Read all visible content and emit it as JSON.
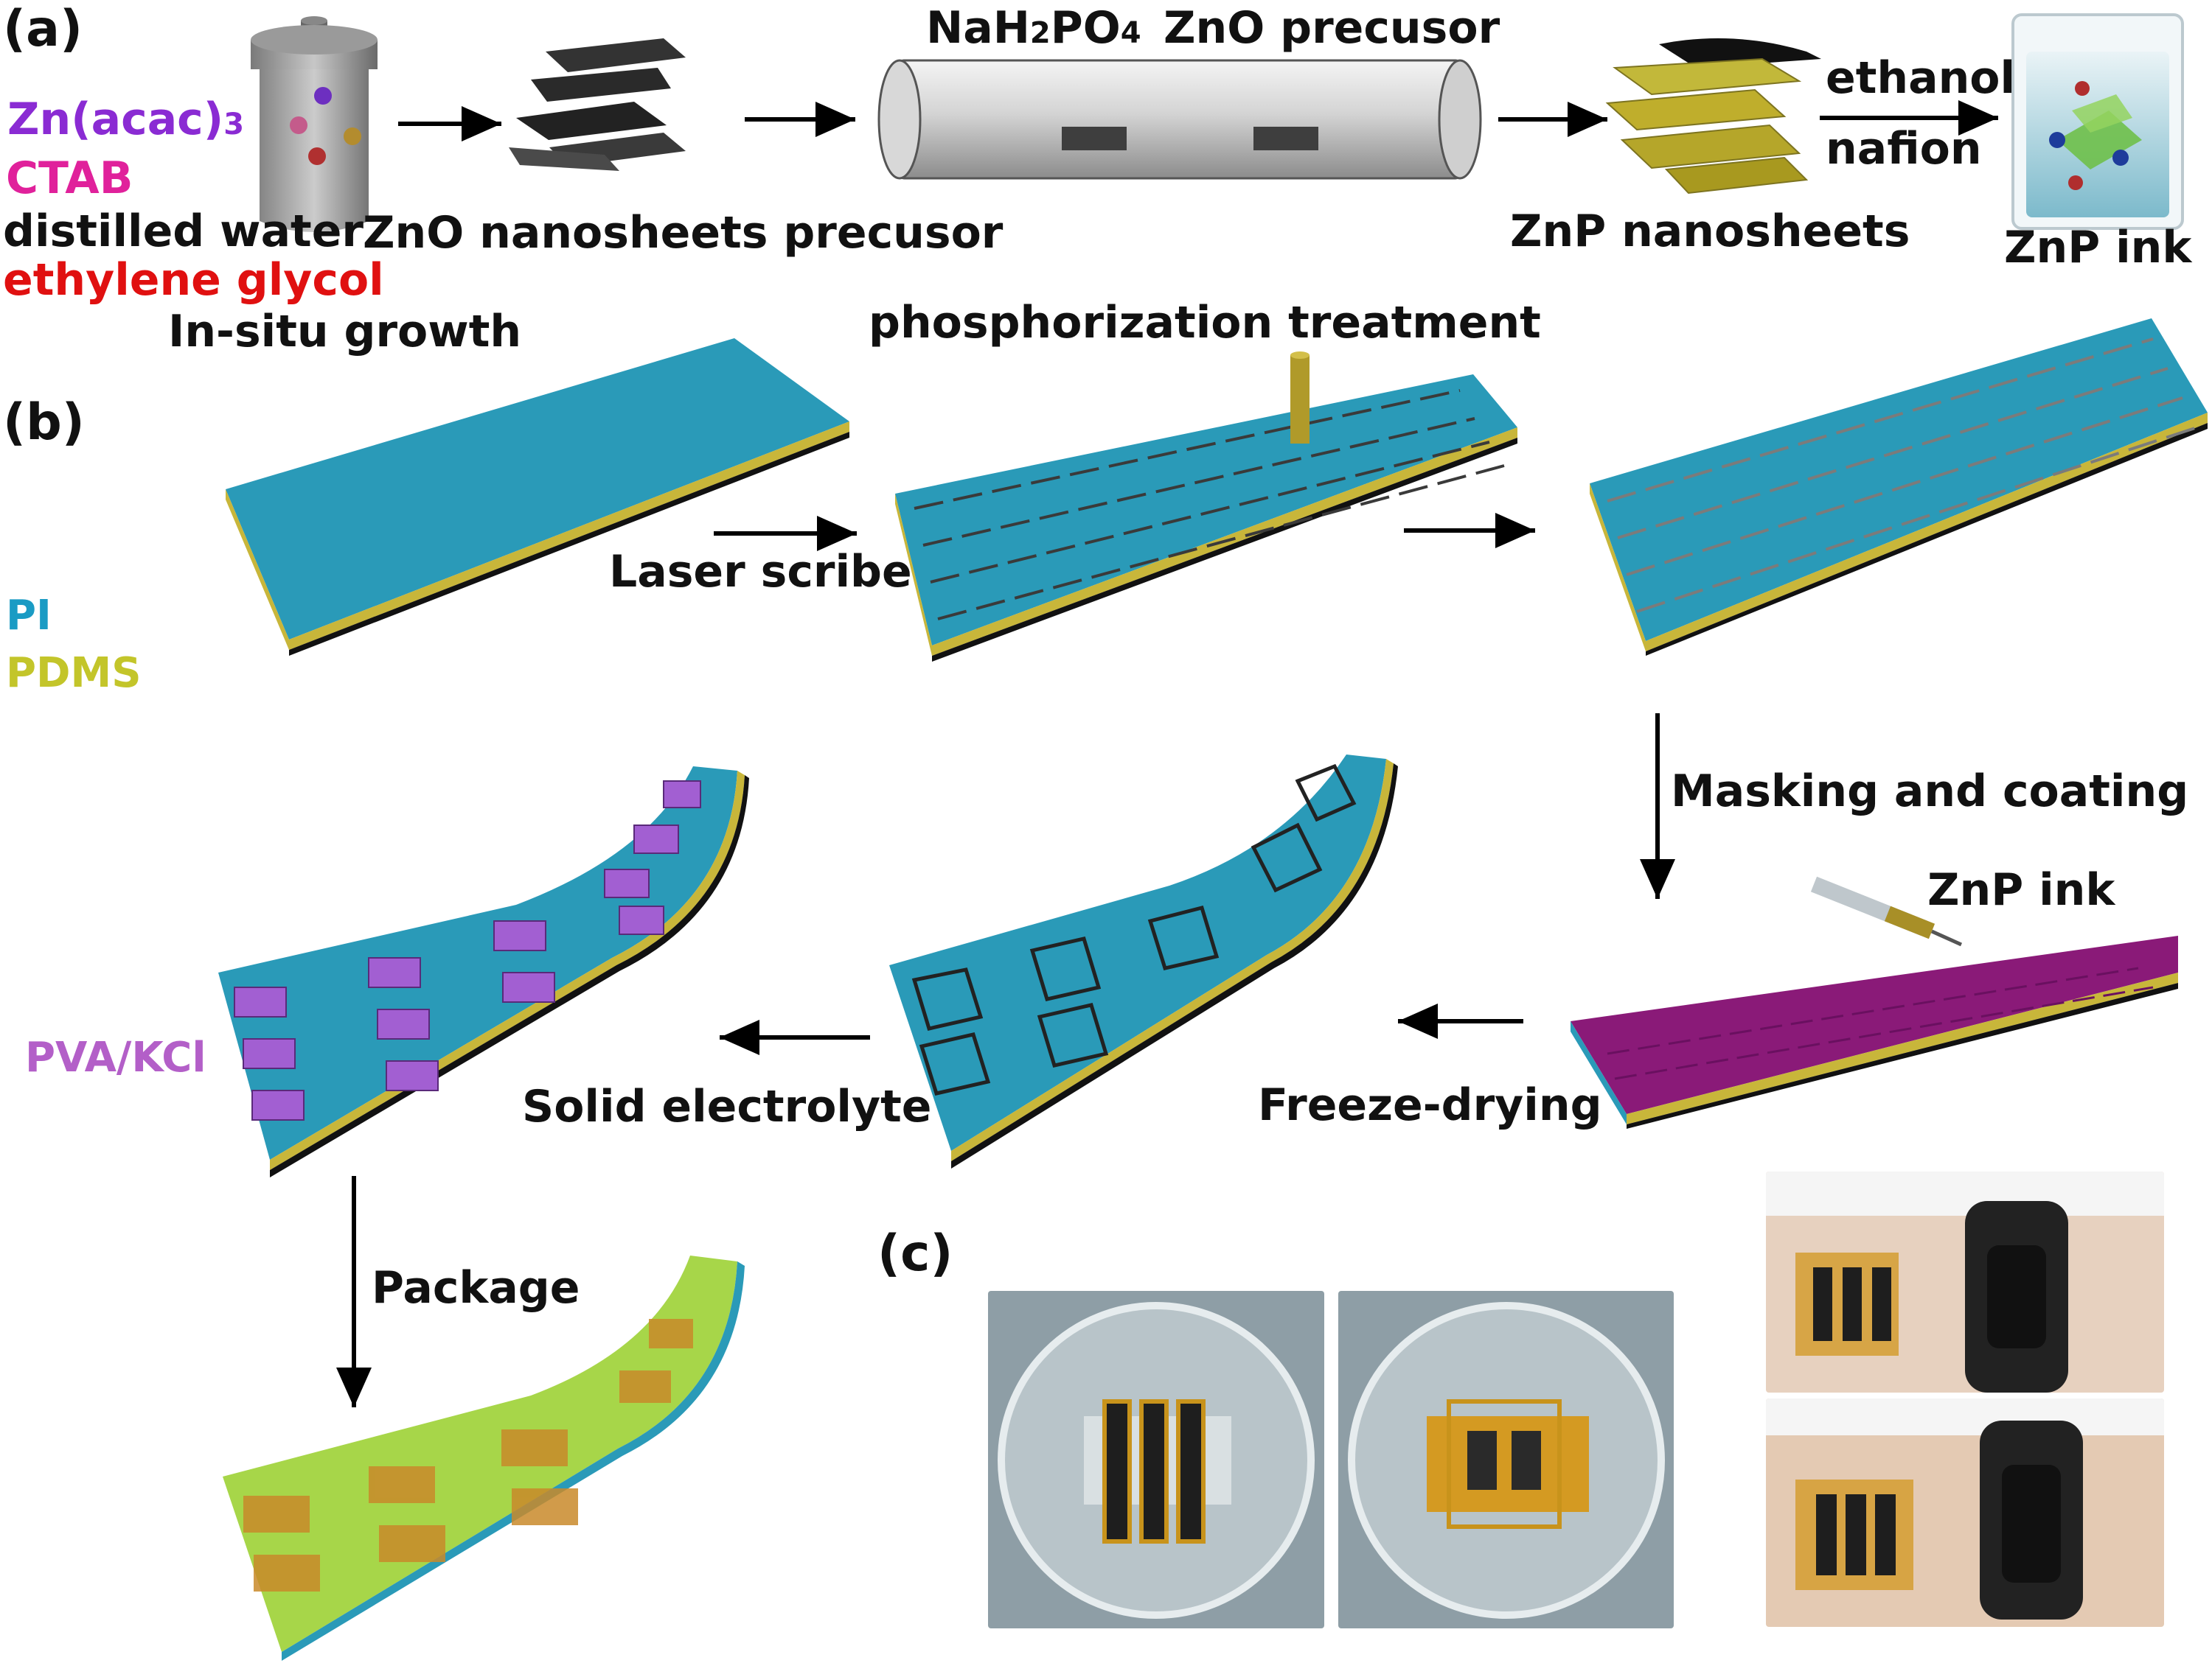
{
  "panel_labels": {
    "a": "(a)",
    "b": "(b)",
    "c": "(c)"
  },
  "reagents": [
    {
      "text": "Zn(acac)",
      "sub": "3",
      "color": "#8a2bd3"
    },
    {
      "text": "CTAB",
      "color": "#e0219b"
    },
    {
      "text": "distilled water",
      "color": "#111111"
    },
    {
      "text": "ethylene glycol",
      "color": "#e01010"
    }
  ],
  "step_a": {
    "insitu": "In-situ growth",
    "zno_precursor_sheets": "ZnO nanosheets precusor",
    "nah2po4": {
      "a": "NaH",
      "s1": "2",
      "b": "PO",
      "s2": "4"
    },
    "zno_precursor": "ZnO precusor",
    "znp_nanosheets": "ZnP nanosheets",
    "ethanol": "ethanol",
    "nafion": "nafion",
    "znp_ink": "ZnP ink"
  },
  "step_b": {
    "phosphorization": "phosphorization treatment",
    "laser_scribe": "Laser scribe",
    "masking": "Masking and coating",
    "znp_ink": "ZnP ink",
    "freeze": "Freeze-drying",
    "electrolyte": "Solid electrolyte",
    "package": "Package"
  },
  "legend": [
    {
      "text": "PI",
      "color": "#1a9bc4"
    },
    {
      "text": "PDMS",
      "color": "#c3c52a"
    },
    {
      "text": "PVA/KCl",
      "color": "#b35fc8"
    }
  ],
  "colors": {
    "pi": "#2a9ab8",
    "pdms": "#c8b63a",
    "magenta": "#8a1a78",
    "electrolyte": "#a25fd2",
    "package": "#9fd23a",
    "electrode": "#3a3a3a"
  }
}
